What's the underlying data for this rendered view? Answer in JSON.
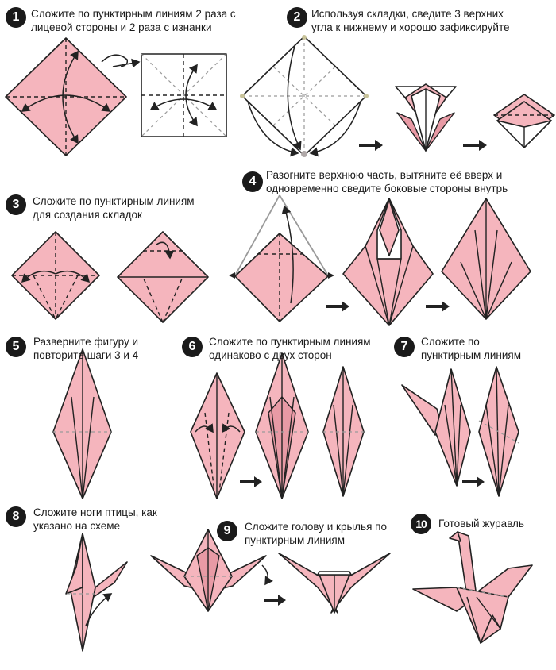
{
  "steps": [
    {
      "number": "1",
      "text_line1": "Сложите по пунктирным линиям 2 раза с",
      "text_line2": "лицевой стороны и 2 раза с изнанки"
    },
    {
      "number": "2",
      "text_line1": "Используя складки, сведите 3 верхних",
      "text_line2": "угла к нижнему и хорошо зафиксируйте"
    },
    {
      "number": "3",
      "text_line1": "Сложите по пунктирным линиям",
      "text_line2": "для создания складок"
    },
    {
      "number": "4",
      "text_line1": "Разогните верхнюю часть, вытяните её вверх и",
      "text_line2": "одновременно сведите боковые стороны внутрь"
    },
    {
      "number": "5",
      "text_line1": "Разверните фигуру и",
      "text_line2": "повторите шаги 3 и 4"
    },
    {
      "number": "6",
      "text_line1": "Сложите по пунктирным линиям",
      "text_line2": "одинаково с двух сторон"
    },
    {
      "number": "7",
      "text_line1": "Сложите по",
      "text_line2": "пунктирным линиям"
    },
    {
      "number": "8",
      "text_line1": "Сложите ноги птицы, как",
      "text_line2": "указано на схеме"
    },
    {
      "number": "9",
      "text_line1": "Сложите голову и крылья по",
      "text_line2": "пунктирным линиям"
    },
    {
      "number": "10",
      "text_line1": "Готовый журавль",
      "text_line2": ""
    }
  ],
  "colors": {
    "paper": "#f5b5bd",
    "paper_shadow": "#e89aa5",
    "outline": "#222222",
    "badge": "#1a1a1a"
  },
  "icons": [
    "flip-over-icon",
    "next-arrow-icon",
    "fold-arrow-icon"
  ]
}
